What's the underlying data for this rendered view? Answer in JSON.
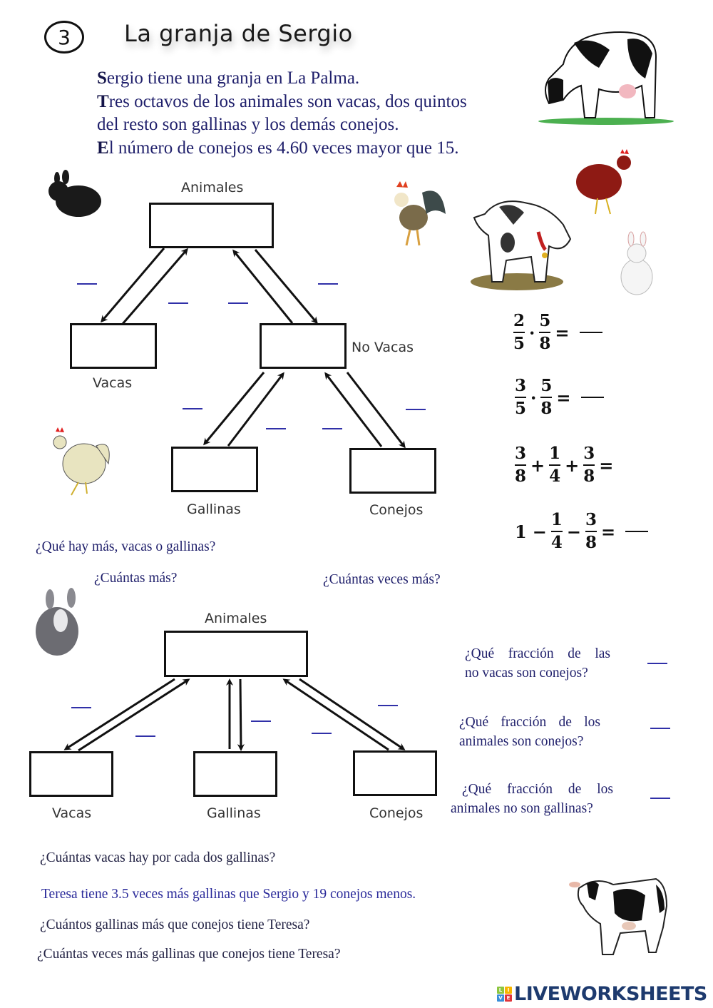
{
  "header": {
    "number": "3",
    "title": "La granja  de Sergio"
  },
  "intro": {
    "lines": [
      {
        "cap": "S",
        "rest": "ergio tiene una granja en La Palma."
      },
      {
        "cap": "T",
        "rest": "res octavos de los animales son vacas, dos quintos"
      },
      {
        "cap": "",
        "rest": "del resto son gallinas y los demás conejos."
      },
      {
        "cap": "E",
        "rest": "l número de conejos es 4.60 veces mayor que 15."
      }
    ]
  },
  "diagram1": {
    "top_label": "Animales",
    "left_label": "Vacas",
    "right_label": "No Vacas",
    "bottom_left_label": "Gallinas",
    "bottom_right_label": "Conejos"
  },
  "equations": [
    {
      "terms": [
        {
          "n": "2",
          "d": "5"
        },
        "·",
        {
          "n": "5",
          "d": "8"
        }
      ],
      "equals": "=",
      "answer_blank": true
    },
    {
      "terms": [
        {
          "n": "3",
          "d": "5"
        },
        "·",
        {
          "n": "5",
          "d": "8"
        }
      ],
      "equals": "=",
      "answer_blank": true
    },
    {
      "terms": [
        {
          "n": "3",
          "d": "8"
        },
        "+",
        {
          "n": "1",
          "d": "4"
        },
        "+",
        {
          "n": "3",
          "d": "8"
        }
      ],
      "equals": "=",
      "answer_blank": false
    },
    {
      "terms": [
        "1",
        "−",
        {
          "n": "1",
          "d": "4"
        },
        "−",
        {
          "n": "3",
          "d": "8"
        }
      ],
      "equals": "=",
      "answer_blank": true
    }
  ],
  "questions_mid": {
    "q1": "¿Qué hay más, vacas o gallinas?",
    "q2": "¿Cuántas más?",
    "q3": "¿Cuántas veces más?"
  },
  "diagram2": {
    "top_label": "Animales",
    "labels": [
      "Vacas",
      "Gallinas",
      "Conejos"
    ]
  },
  "fraction_questions": [
    {
      "line1": "¿Qué fracción de las",
      "line2": "no vacas son conejos?"
    },
    {
      "line1": "¿Qué fracción de los",
      "line2": "animales son conejos?"
    },
    {
      "line1": "¿Qué fracción de los",
      "line2": "animales no son gallinas?"
    }
  ],
  "questions_bottom": {
    "q1": "¿Cuántas vacas hay por cada dos gallinas?",
    "statement": "Teresa tiene 3.5 veces más gallinas que Sergio y 19 conejos menos.",
    "q2": "¿Cuántos gallinas más que conejos tiene Teresa?",
    "q3": "¿Cuántas veces más gallinas que conejos tiene Teresa?"
  },
  "logo": {
    "grid": [
      "L",
      "I",
      "V",
      "E"
    ],
    "text": "LIVEWORKSHEETS",
    "grid_colors": [
      "#8cc63f",
      "#f7b500",
      "#3a8fd9",
      "#e0353b"
    ]
  },
  "colors": {
    "text_blue": "#1f1f6b",
    "blank_blue": "#3030a8",
    "logo_navy": "#1d3a6e"
  }
}
